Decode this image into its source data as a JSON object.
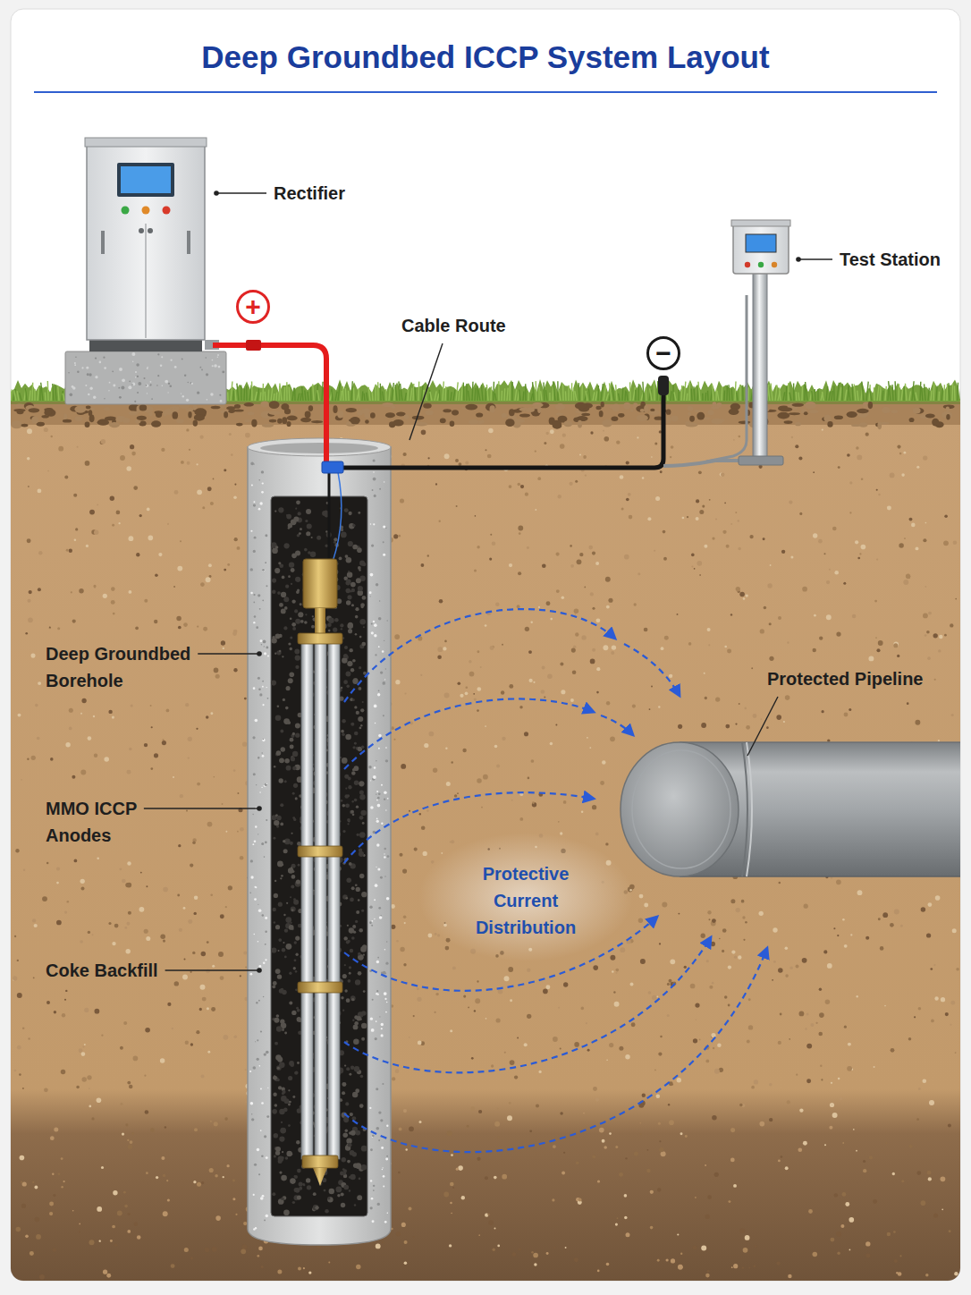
{
  "diagram": {
    "title": "Deep Groundbed ICCP System Layout",
    "labels": [
      "Rectifier",
      "+",
      "Cable Route",
      "−",
      "Test Station",
      "Deep Groundbed Borehole",
      "Protected Pipeline",
      "MMO ICCP Anodes",
      "Protective Current Distribution",
      "Coke Backfill"
    ]
  }
}
